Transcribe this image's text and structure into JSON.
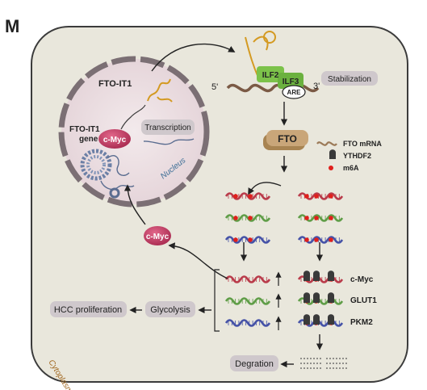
{
  "panel_label": "M",
  "nucleus": {
    "lncrna_label": "FTO-IT1",
    "gene_label_line1": "FTO-IT1",
    "gene_label_line2": "gene",
    "cmyc_bound": "c-Myc",
    "transcription": "Transcription",
    "nucleus_label": "Nucleus"
  },
  "stabilization": {
    "ilf2": "ILF2",
    "ilf3": "ILF3",
    "are": "ARE",
    "five_prime": "5'",
    "three_prime": "3'",
    "label": "Stabilization"
  },
  "fto_protein": "FTO",
  "legend": [
    {
      "icon": "wavy-mrna-icon",
      "label": "FTO mRNA"
    },
    {
      "icon": "ythdf2-icon",
      "label": "YTHDF2"
    },
    {
      "icon": "m6a-dot-icon",
      "label": "m6A"
    }
  ],
  "cmyc_free": "c-Myc",
  "gene_labels": [
    "c-Myc",
    "GLUT1",
    "PKM2"
  ],
  "outputs": {
    "glycolysis": "Glycolysis",
    "hcc": "HCC proliferation",
    "degradation": "Degration"
  },
  "cytoplasm_label": "Cytoplasm",
  "colors": {
    "cell_fill": "#e9e7dc",
    "nucleus_fill": "#ecdfe3",
    "cmyc": "#c53a64",
    "green_protein": "#7cc24a",
    "fto": "#c9a679",
    "pill": "#cfc8cc",
    "red_strand": "#b93b4a",
    "green_strand": "#5f9d47",
    "blue_strand": "#4552a7",
    "m6a": "#e0201c"
  }
}
